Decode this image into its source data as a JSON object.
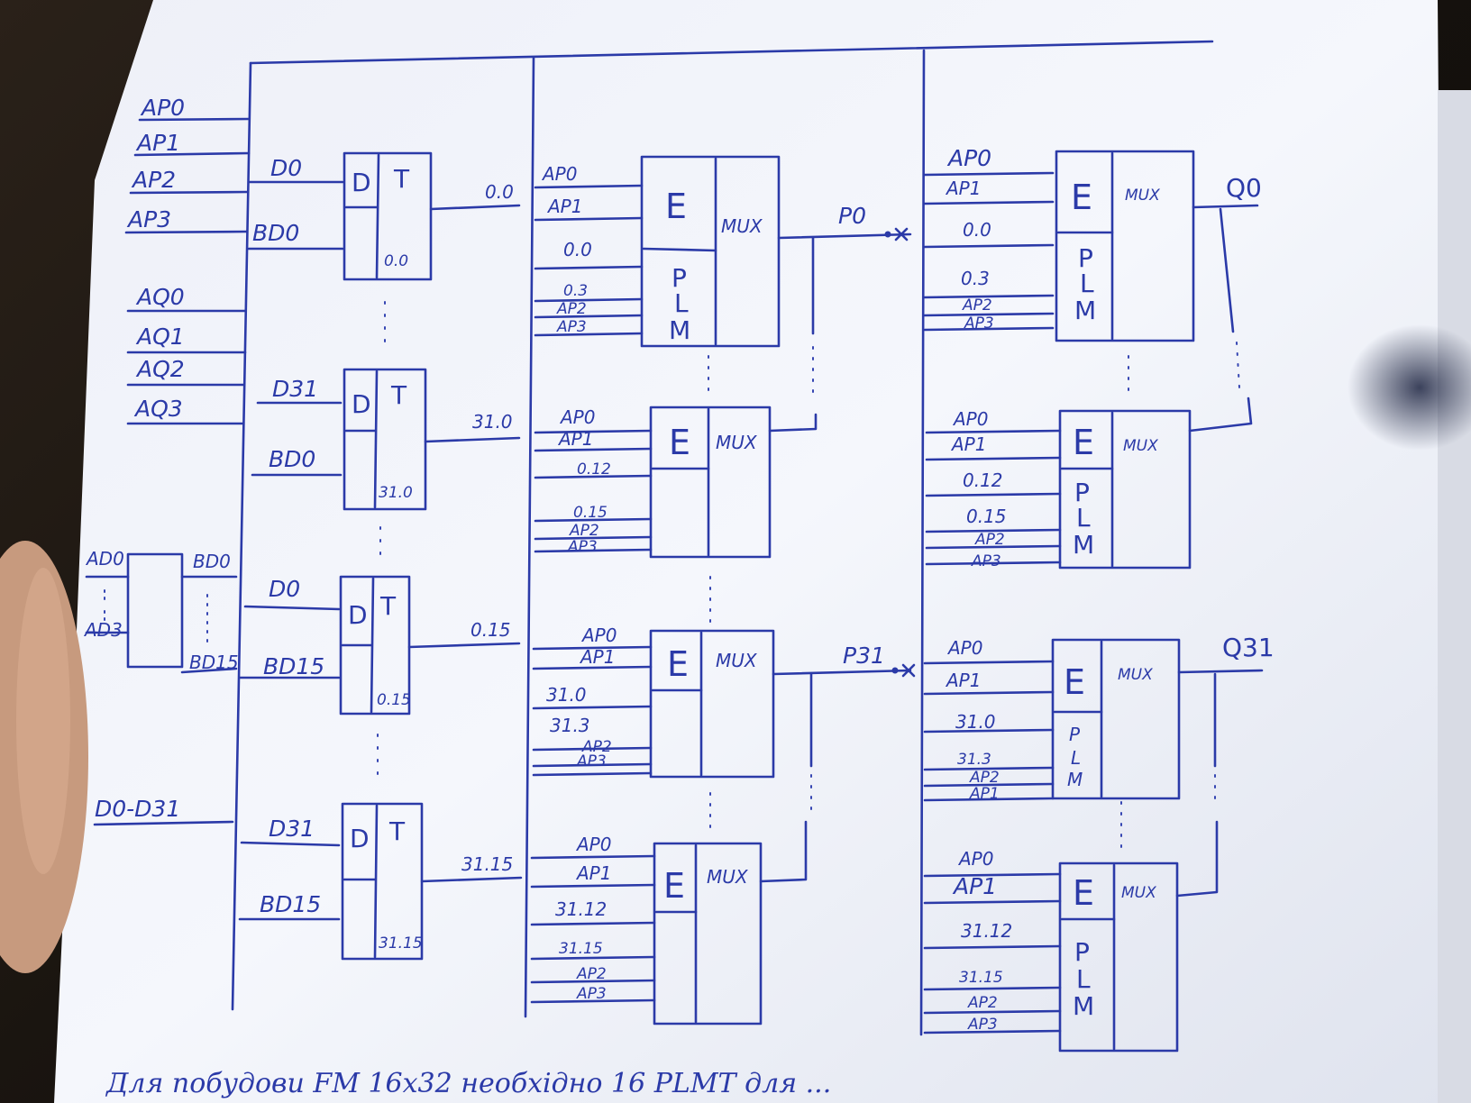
{
  "diagram": {
    "input_labels": [
      "AP0",
      "AP1",
      "AP2",
      "AP3",
      "AQ0",
      "AQ1",
      "AQ2",
      "AQ3"
    ],
    "decoder": {
      "in_top": "AD0",
      "in_bottom": "AD3",
      "out_top": "BD0",
      "out_bottom": "BD15"
    },
    "bus_label": "D0-D31",
    "flipflops": [
      {
        "d": "D0",
        "bd": "BD0",
        "d_pin": "D",
        "t_pin": "T",
        "q": "0.0",
        "out": "0.0"
      },
      {
        "d": "D31",
        "bd": "BD0",
        "d_pin": "D",
        "t_pin": "T",
        "q": "31.0",
        "out": "31.0"
      },
      {
        "d": "D0",
        "bd": "BD15",
        "d_pin": "D",
        "t_pin": "T",
        "q": "0.15",
        "out": "0.15"
      },
      {
        "d": "D31",
        "bd": "BD15",
        "d_pin": "D",
        "t_pin": "T",
        "q": "31.15",
        "out": "31.15"
      }
    ],
    "mux_mid": [
      {
        "in": [
          "AP0",
          "AP1",
          "0.0",
          "0.3",
          "AP2",
          "AP3"
        ],
        "e": "E",
        "plm": [
          "P",
          "L",
          "M"
        ],
        "mux": "MUX"
      },
      {
        "in": [
          "AP0",
          "AP1",
          "0.12",
          "0.15",
          "AP2",
          "AP3"
        ],
        "e": "E",
        "plm": [],
        "mux": "MUX"
      },
      {
        "in": [
          "AP0",
          "AP1",
          "31.0",
          "31.3",
          "AP2",
          "AP3"
        ],
        "e": "E",
        "plm": [],
        "mux": "MUX"
      },
      {
        "in": [
          "AP0",
          "AP1",
          "31.12",
          "31.15",
          "AP2",
          "AP3"
        ],
        "e": "E",
        "plm": [],
        "mux": "MUX"
      }
    ],
    "p_outputs": [
      "P0",
      "P31"
    ],
    "mux_right": [
      {
        "in": [
          "AP0",
          "AP1",
          "0.0",
          "0.3",
          "AP2",
          "AP3"
        ],
        "e": "E",
        "plm": [
          "P",
          "L",
          "M"
        ],
        "mux": "MUX"
      },
      {
        "in": [
          "AP0",
          "AP1",
          "0.12",
          "0.15",
          "AP2",
          "AP3"
        ],
        "e": "E",
        "plm": [
          "P",
          "L",
          "M"
        ],
        "mux": "MUX"
      },
      {
        "in": [
          "AP0",
          "AP1",
          "31.0",
          "31.3",
          "AP2",
          "AP1"
        ],
        "e": "E",
        "plm": [
          "P",
          "L",
          "M"
        ],
        "mux": "MUX"
      },
      {
        "in": [
          "AP0",
          "AP1",
          "31.12",
          "31.15",
          "AP2",
          "AP3"
        ],
        "e": "E",
        "plm": [
          "P",
          "L",
          "M"
        ],
        "mux": "MUX"
      }
    ],
    "q_outputs": [
      "Q0",
      "Q31"
    ],
    "footnote": "Для побудови FM 16x32 необхідно 16 PLMT для ..."
  },
  "colors": {
    "ink": "#2b3aa8",
    "paper": "#f4f6fb",
    "background": "#15110d",
    "skin": "#c79a7e"
  }
}
